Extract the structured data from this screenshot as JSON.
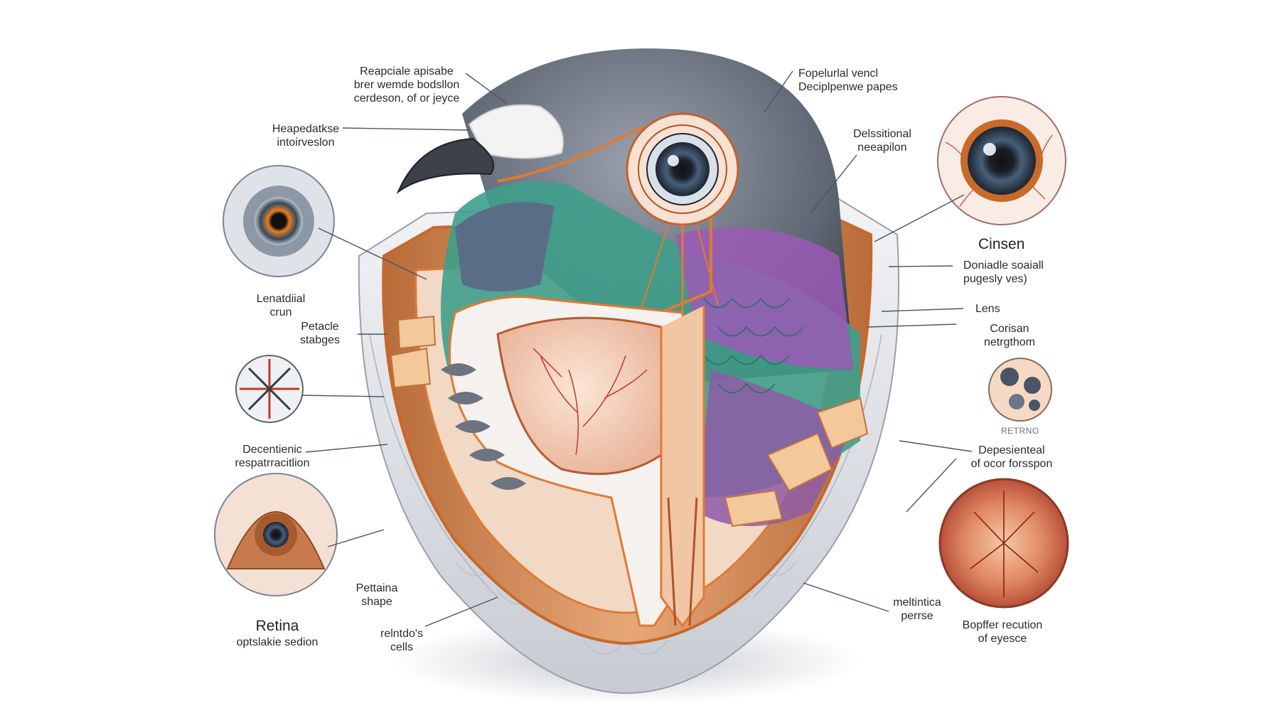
{
  "labels": {
    "top_center": [
      "Reapciale apisabe",
      "brer wemde bodsllon",
      "cerdeson, of or jeyce"
    ],
    "top_right": [
      "Fopelurlal vencl",
      "Deciplpenwe papes"
    ],
    "left_upper": [
      "Heapedatkse",
      "intoirveslon"
    ],
    "right_upper": [
      "Delssitional",
      "neeapilon"
    ],
    "left_mid": [
      "Lenatdiial",
      "crun"
    ],
    "left_mid2": [
      "Petacle",
      "stabges"
    ],
    "right_title": [
      "Cinsen"
    ],
    "right_sub": [
      "Doniadle soaiall",
      "pugesly ves)"
    ],
    "right_lens": [
      "Lens"
    ],
    "right_cornea": [
      "Corisan",
      "netrgthom"
    ],
    "right_retrno": [
      "RETRNO"
    ],
    "left_lower": [
      "Decentienic",
      "respatrracitlion"
    ],
    "right_lower": [
      "Depesienteal",
      "of ocor forsspon"
    ],
    "bottom_center_left": [
      "Pettaina",
      "shape"
    ],
    "bottom_center": [
      "relntdo's",
      "cells"
    ],
    "bottom_left_title": [
      "Retina",
      "optslakie sedion"
    ],
    "bottom_right_mid": [
      "meltintica",
      "perrse"
    ],
    "bottom_right": [
      "Bopffer recution",
      "of eyesce"
    ]
  },
  "colors": {
    "plumage_grey": "#6b7280",
    "iridescent_green": "#2f9e8a",
    "iridescent_purple": "#9b59b6",
    "orange_outline": "#d9772b",
    "flesh": "#f4d2b8",
    "vessel_red": "#c0392b"
  },
  "icons": [
    "pigeon-head-cross-section",
    "eye-detail-inset",
    "retina-inset",
    "pupil-inset",
    "vessel-inset",
    "cell-cluster-inset"
  ]
}
